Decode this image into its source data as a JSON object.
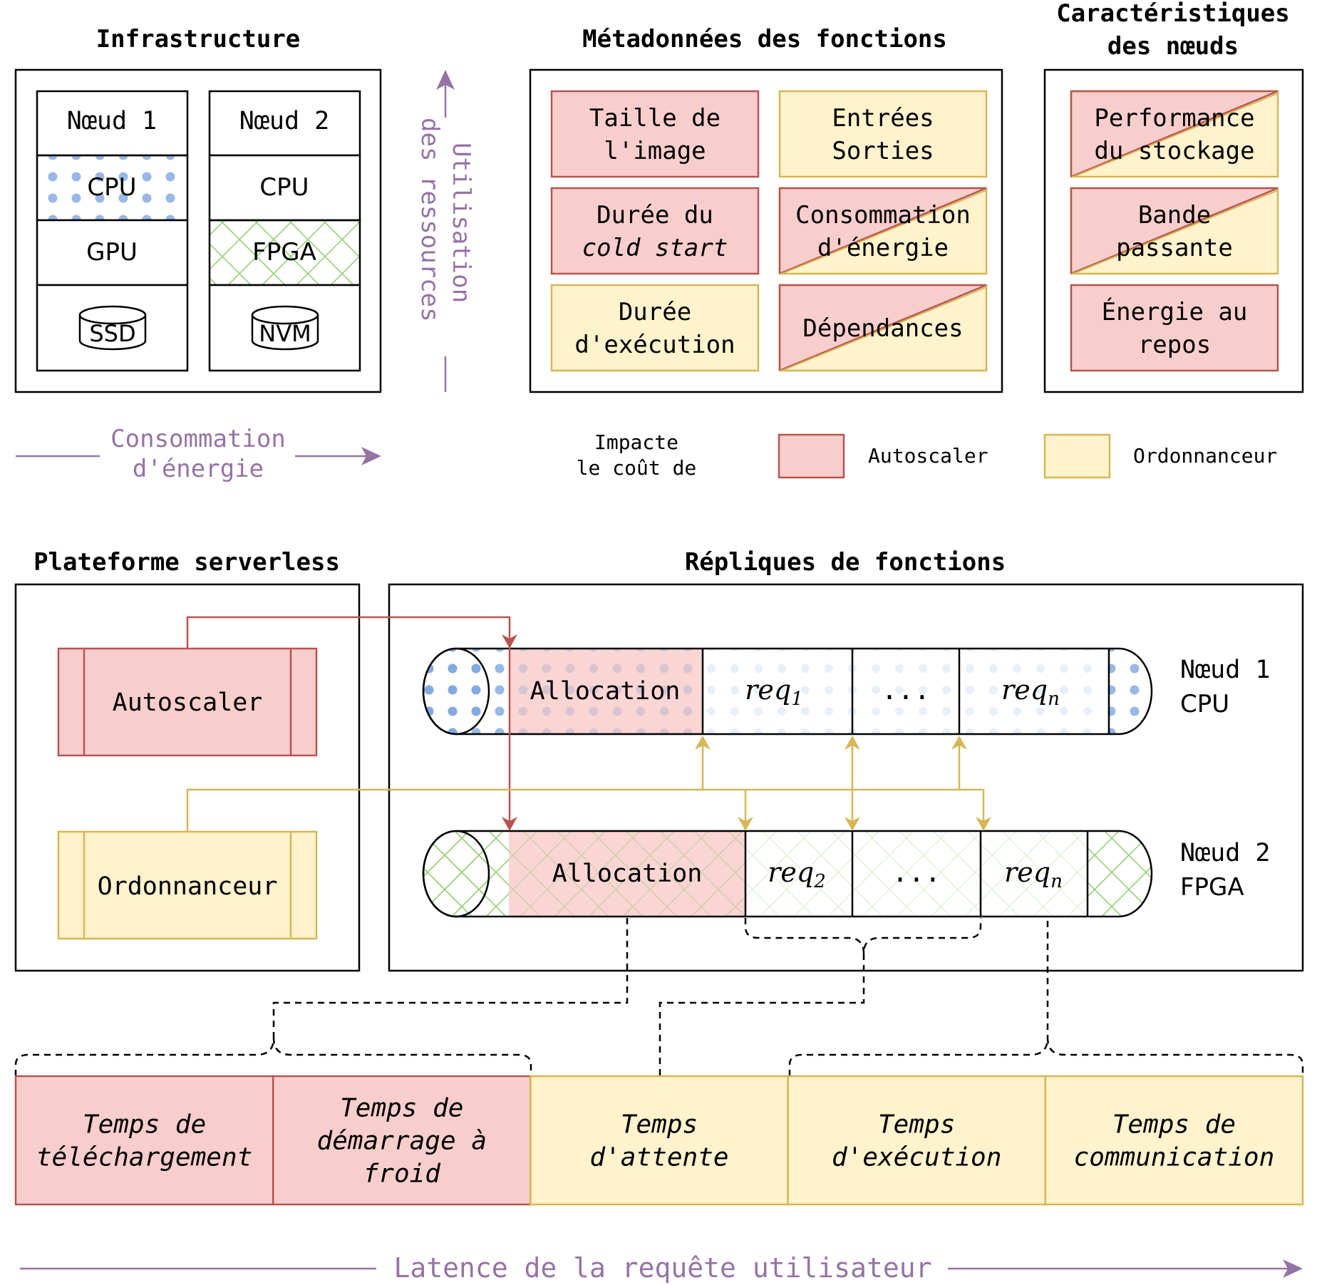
{
  "infrastructure": {
    "title": "Infrastructure",
    "node1": {
      "header": "Nœud 1",
      "cpu": "CPU",
      "gpu": "GPU",
      "storage": "SSD"
    },
    "node2": {
      "header": "Nœud 2",
      "cpu": "CPU",
      "fpga": "FPGA",
      "storage": "NVM"
    }
  },
  "axes": {
    "resource_usage": [
      "Utilisation",
      "des ressources"
    ],
    "energy": [
      "Consommation",
      "d'énergie"
    ],
    "latency": "Latence de la requête utilisateur"
  },
  "metadata": {
    "title": "Métadonnées des fonctions",
    "items": [
      {
        "lines": [
          "Taille de",
          "l'image"
        ],
        "impact": "autoscaler"
      },
      {
        "lines": [
          "Entrées",
          "Sorties"
        ],
        "impact": "ordonnanceur"
      },
      {
        "lines": [
          "Durée du",
          "cold start"
        ],
        "impact": "autoscaler"
      },
      {
        "lines": [
          "Consommation",
          "d'énergie"
        ],
        "impact": "both"
      },
      {
        "lines": [
          "Durée",
          "d'exécution"
        ],
        "impact": "ordonnanceur"
      },
      {
        "lines": [
          "Dépendances"
        ],
        "impact": "both"
      }
    ]
  },
  "node_characteristics": {
    "title": [
      "Caractéristiques",
      "des nœuds"
    ],
    "items": [
      {
        "lines": [
          "Performance",
          "du stockage"
        ],
        "impact": "both"
      },
      {
        "lines": [
          "Bande",
          "passante"
        ],
        "impact": "both"
      },
      {
        "lines": [
          "Énergie au",
          "repos"
        ],
        "impact": "autoscaler"
      }
    ]
  },
  "legend": {
    "label": [
      "Impacte",
      "le coût de"
    ],
    "autoscaler": "Autoscaler",
    "ordonnanceur": "Ordonnanceur"
  },
  "platform": {
    "title": "Plateforme serverless",
    "autoscaler": "Autoscaler",
    "ordonnanceur": "Ordonnanceur"
  },
  "replicas": {
    "title": "Répliques de fonctions",
    "node1": {
      "label": [
        "Nœud 1",
        "CPU"
      ],
      "allocation": "Allocation",
      "req_first": "req",
      "req_first_sub": "1",
      "ellipsis": "...",
      "req_last": "req",
      "req_last_sub": "n"
    },
    "node2": {
      "label": [
        "Nœud 2",
        "FPGA"
      ],
      "allocation": "Allocation",
      "req_first": "req",
      "req_first_sub": "2",
      "ellipsis": "...",
      "req_last": "req",
      "req_last_sub": "n"
    }
  },
  "latency_blocks": [
    {
      "lines": [
        "Temps de",
        "téléchargement"
      ],
      "impact": "autoscaler"
    },
    {
      "lines": [
        "Temps de",
        "démarrage à",
        "froid"
      ],
      "impact": "autoscaler"
    },
    {
      "lines": [
        "Temps",
        "d'attente"
      ],
      "impact": "ordonnanceur"
    },
    {
      "lines": [
        "Temps",
        "d'exécution"
      ],
      "impact": "ordonnanceur"
    },
    {
      "lines": [
        "Temps de",
        "communication"
      ],
      "impact": "ordonnanceur"
    }
  ],
  "colors": {
    "autoscaler_fill": "#f8cecc",
    "autoscaler_stroke": "#b85450",
    "ordonnanceur_fill": "#fff2cc",
    "ordonnanceur_stroke": "#d6b656",
    "purple": "#9673a6",
    "dots": "#7ea6e0",
    "cross": "#97d077"
  }
}
